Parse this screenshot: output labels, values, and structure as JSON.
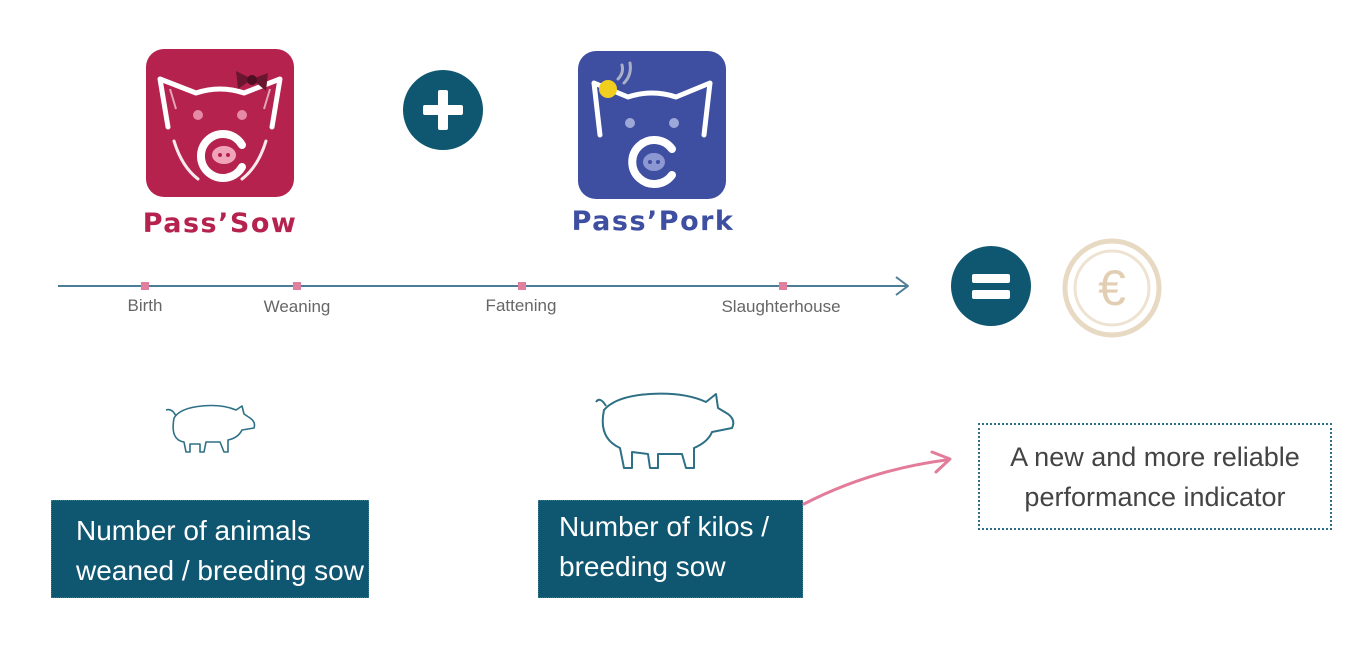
{
  "apps": {
    "sow": {
      "name": "Pass’Sow",
      "icon": "pig-with-bow-icon",
      "color": "#b5224e"
    },
    "pork": {
      "name": "Pass’Pork",
      "icon": "pig-with-tag-icon",
      "color": "#3e4ea0"
    }
  },
  "operators": {
    "plus": "plus-icon",
    "equals": "equals-icon"
  },
  "euro": {
    "symbol": "€",
    "icon": "euro-coin-icon"
  },
  "timeline": {
    "stages": [
      "Birth",
      "Weaning",
      "Fattening",
      "Slaughterhouse"
    ]
  },
  "boxes": {
    "sow_metric_line1": "Number of animals",
    "sow_metric_line2": "weaned / breeding sow",
    "pork_metric_line1": "Number of kilos /",
    "pork_metric_line2": "breeding sow"
  },
  "indicator": {
    "line1": "A new and more reliable",
    "line2": "performance indicator"
  },
  "colors": {
    "teal": "#0f5670",
    "timeline": "#4d7d96",
    "tick": "#e0809d",
    "arrow_pink": "#e37c9b",
    "euro": "#e8d9c3"
  }
}
